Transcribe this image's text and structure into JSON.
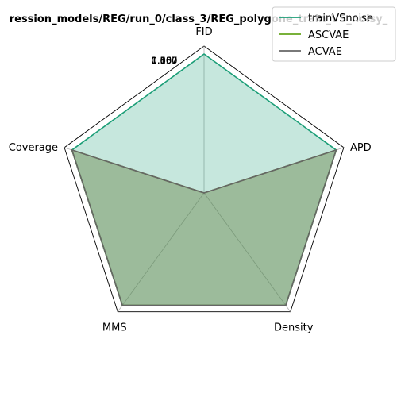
{
  "chart_data": {
    "type": "radar",
    "title": "ression_models/REG/run_0/class_3/REG_polygone_train_VS_noisy_",
    "axes": [
      "FID",
      "APD",
      "Density",
      "MMS",
      "Coverage"
    ],
    "tick_labels": [
      "0.500",
      "0.667",
      "0.833",
      "1.000",
      "1.167"
    ],
    "grid": false,
    "legend_placement": "top-right",
    "series": [
      {
        "name": "trainVSnoise",
        "color": "#1b9e77",
        "values": [
          1.0,
          1.0,
          1.0,
          1.0,
          1.0
        ]
      },
      {
        "name": "ASCVAE",
        "color": "#66a61e",
        "values": [
          0.0,
          1.0,
          1.0,
          1.0,
          1.0
        ]
      },
      {
        "name": "ACVAE",
        "color": "#666666",
        "values": [
          0.0,
          1.0,
          1.0,
          1.0,
          1.0
        ]
      }
    ]
  }
}
